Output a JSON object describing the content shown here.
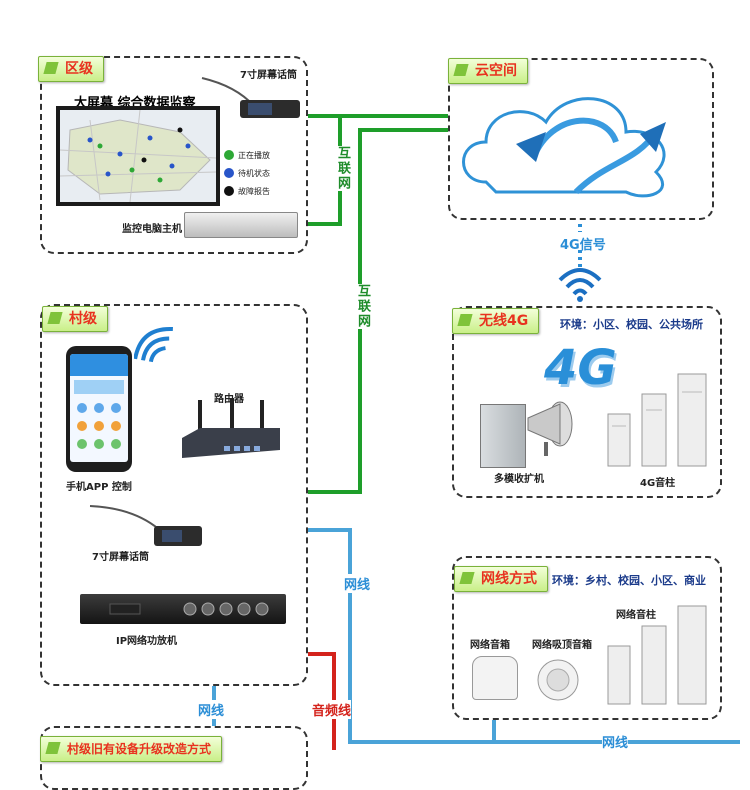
{
  "district": {
    "tag": "区级",
    "screen_title": "大屏幕 综合数据监察",
    "mic_label": "7寸屏幕话筒",
    "legend": [
      {
        "text": "正在播放",
        "color": "#2ea836"
      },
      {
        "text": "待机状态",
        "color": "#2855c9"
      },
      {
        "text": "故障报告",
        "color": "#111111"
      }
    ],
    "host_label": "监控电脑主机"
  },
  "cloud": {
    "tag": "云空间",
    "signal_label": "4G信号"
  },
  "village": {
    "tag": "村级",
    "phone_label": "手机APP 控制",
    "router_label": "路由器",
    "mic_label": "7寸屏幕话筒",
    "amp_label": "IP网络功放机"
  },
  "wireless": {
    "tag": "无线4G",
    "env": "环境：小区、校园、公共场所",
    "logo": "4G",
    "receiver_label": "多模收扩机",
    "column_label": "4G音柱"
  },
  "network": {
    "tag": "网线方式",
    "env": "环境：乡村、校园、小区、商业",
    "column_label": "网络音柱",
    "speaker_label": "网络音箱",
    "ceiling_label": "网络吸顶音箱"
  },
  "bottom_tag": "村级旧有设备升级改造方式",
  "wires": {
    "internet_1": "互联网",
    "internet_2": "互联网",
    "lan_1": "网线",
    "lan_2": "网线",
    "lan_3": "网线",
    "audio": "音频线"
  },
  "colors": {
    "internet": "#1e9e2a",
    "lan": "#4aa3d8",
    "audio": "#d4231c",
    "tag_text": "#e8321f"
  }
}
